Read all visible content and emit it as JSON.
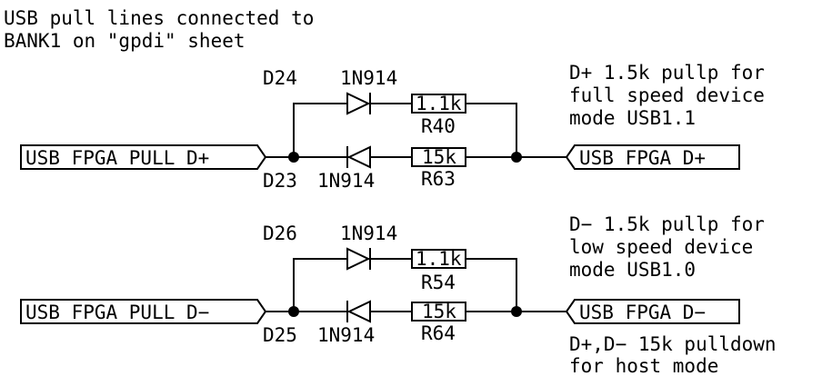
{
  "notes": {
    "top_left": [
      "USB pull lines connected to",
      "BANK1 on \"gpdi\" sheet"
    ],
    "d_plus": [
      "D+ 1.5k pullp for",
      "full speed device",
      "mode USB1.1"
    ],
    "d_minus": [
      "D− 1.5k pullp for",
      "low speed device",
      "mode USB1.0"
    ],
    "host": [
      "D+,D− 15k pulldown",
      "for host mode"
    ]
  },
  "dplus_circuit": {
    "left_port": "USB_FPGA_PULL_D+",
    "right_port": "USB_FPGA_D+",
    "top_diode_ref": "D24",
    "top_diode_value": "1N914",
    "top_res_value": "1.1k",
    "top_res_ref": "R40",
    "bottom_diode_ref": "D23",
    "bottom_diode_value": "1N914",
    "bottom_res_value": "15k",
    "bottom_res_ref": "R63"
  },
  "dminus_circuit": {
    "left_port": "USB_FPGA_PULL_D−",
    "right_port": "USB_FPGA_D−",
    "top_diode_ref": "D26",
    "top_diode_value": "1N914",
    "top_res_value": "1.1k",
    "top_res_ref": "R54",
    "bottom_diode_ref": "D25",
    "bottom_diode_value": "1N914",
    "bottom_res_value": "15k",
    "bottom_res_ref": "R64"
  }
}
